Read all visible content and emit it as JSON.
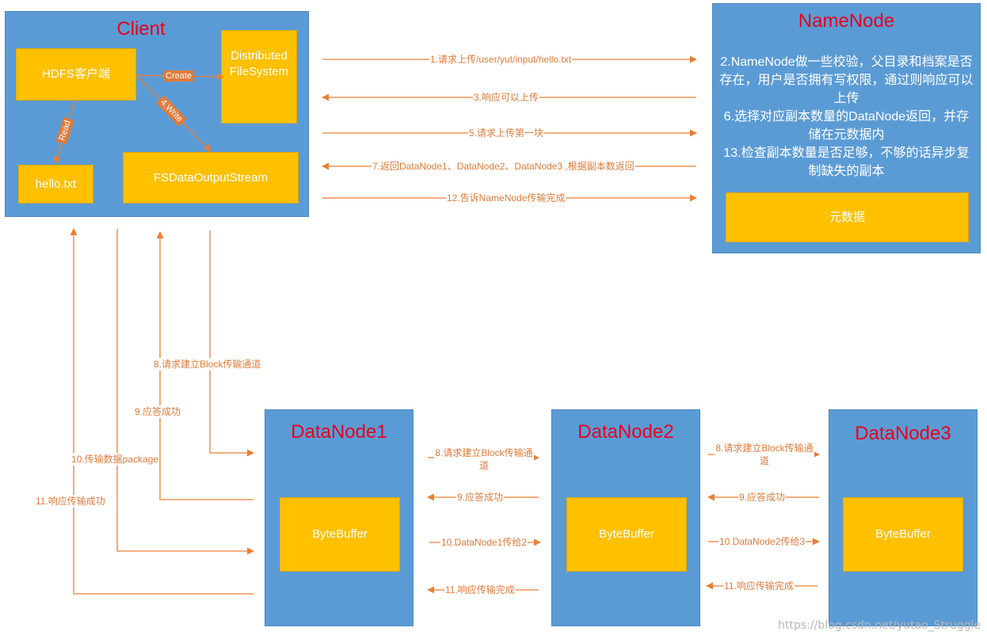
{
  "client": {
    "title": "Client",
    "hdfs_client": "HDFS客户端",
    "dfs": "Distributed FileSystem",
    "hello": "hello.txt",
    "fsdos": "FSDataOutputStream",
    "create_label": "Create",
    "write_label": "4.Write",
    "read_label": "Read"
  },
  "namenode": {
    "title": "NameNode",
    "desc": [
      "2.NameNode做一些校验，父目录和档案是否存在，用户是否拥有写权限，通过则响应可以上传",
      "6.选择对应副本数量的DataNode返回，并存储在元数据内",
      "13.检查副本数量是否足够，不够的话异步复制缺失的副本"
    ],
    "metadata": "元数据"
  },
  "datanodes": [
    {
      "title": "DataNode1",
      "buffer": "ByteBuffer"
    },
    {
      "title": "DataNode2",
      "buffer": "ByteBuffer"
    },
    {
      "title": "DataNode3",
      "buffer": "ByteBuffer"
    }
  ],
  "edges": {
    "e1": "1.请求上传/user/yut/input/hello.txt",
    "e3": "3.响应可以上传",
    "e5": "5.请求上传第一块",
    "e7": "7.返回DataNode1、DataNode2、DataNode3 ,根据副本数返回",
    "e12": "12.告诉NameNode传输完成",
    "c8": "8.请求建立Block传输通道",
    "c9": "9.应答成功",
    "c10": "10.传输数据package",
    "c11": "11.响应传输成功",
    "d12_8": "8.请求建立Block传输通道",
    "d12_9": "9.应答成功",
    "d12_10": "10.DataNode1传给2",
    "d12_11": "11.响应传输完成",
    "d23_8": "8.请求建立Block传输通道",
    "d23_9": "9.应答成功",
    "d23_10": "10.DataNode2传给3",
    "d23_11": "11.响应传输完成"
  },
  "watermark": "https://blog.csdn.net/yutao_Struggle",
  "colors": {
    "box_blue": "#5b9bd5",
    "box_yellow": "#ffc000",
    "title_red": "#e8001c",
    "arrow_orange": "#ed7d31"
  }
}
